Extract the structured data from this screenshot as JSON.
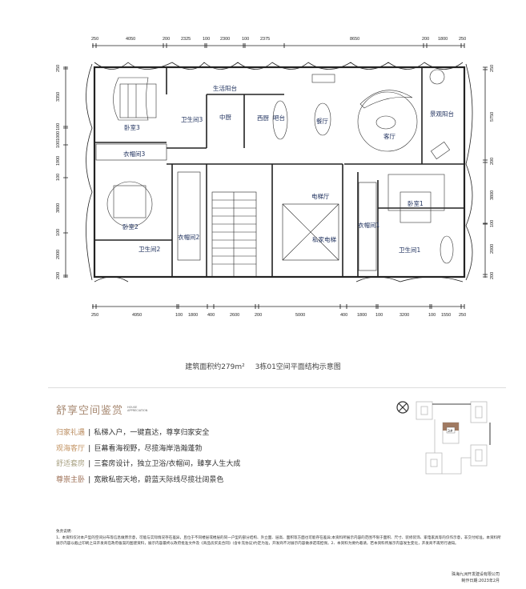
{
  "dimensions": {
    "top": [
      "250",
      "4050",
      "200",
      "2325",
      "100",
      "2300",
      "100",
      "2375",
      "8650",
      "200",
      "1800",
      "250"
    ],
    "bottom": [
      "250",
      "4950",
      "100",
      "1800",
      "400",
      "2600",
      "200",
      "5000",
      "400",
      "1800",
      "100",
      "3200",
      "100",
      "1550",
      "250"
    ],
    "left": [
      "250",
      "3350",
      "100",
      "1000",
      "100",
      "1900",
      "100",
      "3800",
      "100",
      "2000",
      "200"
    ],
    "right": [
      "250",
      "5750",
      "200",
      "3800",
      "100",
      "2000",
      "200"
    ]
  },
  "rooms": {
    "balcony_utility": "生活阳台",
    "bath3": "卫生间3",
    "kitchen_cn": "中厨",
    "kitchen_west": "西厨",
    "bar": "吧台",
    "bedroom3": "卧室3",
    "closet3": "衣帽间3",
    "dining": "餐厅",
    "living": "客厅",
    "balcony_view": "景观阳台",
    "elevator_hall": "电梯厅",
    "bedroom1": "卧室1",
    "closet1": "衣帽间1",
    "private_elevator": "私家电梯",
    "bedroom2": "卧室2",
    "closet2": "衣帽间2",
    "bath2": "卫生间2",
    "bath1": "卫生间1"
  },
  "caption": {
    "area": "建筑面积约279m²",
    "title": "3栋01空间平面结构示意图"
  },
  "section": {
    "title": "舒享空间鉴赏",
    "subtitle_line1": "HOUSE",
    "subtitle_line2": "APPRECIATION"
  },
  "features": [
    {
      "key": "归家礼遇",
      "sep": "|",
      "text": "私梯入户，一键直达，尊享归家安全",
      "color": "#b98a5c"
    },
    {
      "key": "观海客厅",
      "sep": "|",
      "text": "巨幕看海视野，尽揽海岸浩瀚蓬勃",
      "color": "#c39463"
    },
    {
      "key": "舒适套房",
      "sep": "|",
      "text": "三套房设计，独立卫浴/衣帽间，臻享人生大成",
      "color": "#a9a283"
    },
    {
      "key": "尊崇主卧",
      "sep": "|",
      "text": "宽敞私密天地，蔚蓝天际线尽揽壮阔景色",
      "color": "#9b6c52"
    }
  ],
  "keyplan": {
    "unit_label": "3#"
  },
  "disclaimer": {
    "heading": "免责说明:",
    "body": "1、本资料仅对本户型的空间分布等信息做原示意，可能与实际情况存在差异，且位于不同楼层或楼层的同一户型的部分结构、外立面、层高、面积等方面也可能存在差异;本资料所展示内容的范围不限于面积、尺寸、装修装饰、家电家具等的仅作示意，非交付标准。本资料所展示内容以截止印刷之日开发商在政府备案的图建资料，展示内容最终以政府批准文件及《商品房买卖合同》(含补充协议)约定为准，开发商不对展示内容做承诺或担保。2、本资料为要约邀请，若本资料所展示内容发生变化，开发商不再另行通知。"
  },
  "company": {
    "name": "珠海九洲开发建设有限公司",
    "date": "制作日期:2023年2月"
  }
}
